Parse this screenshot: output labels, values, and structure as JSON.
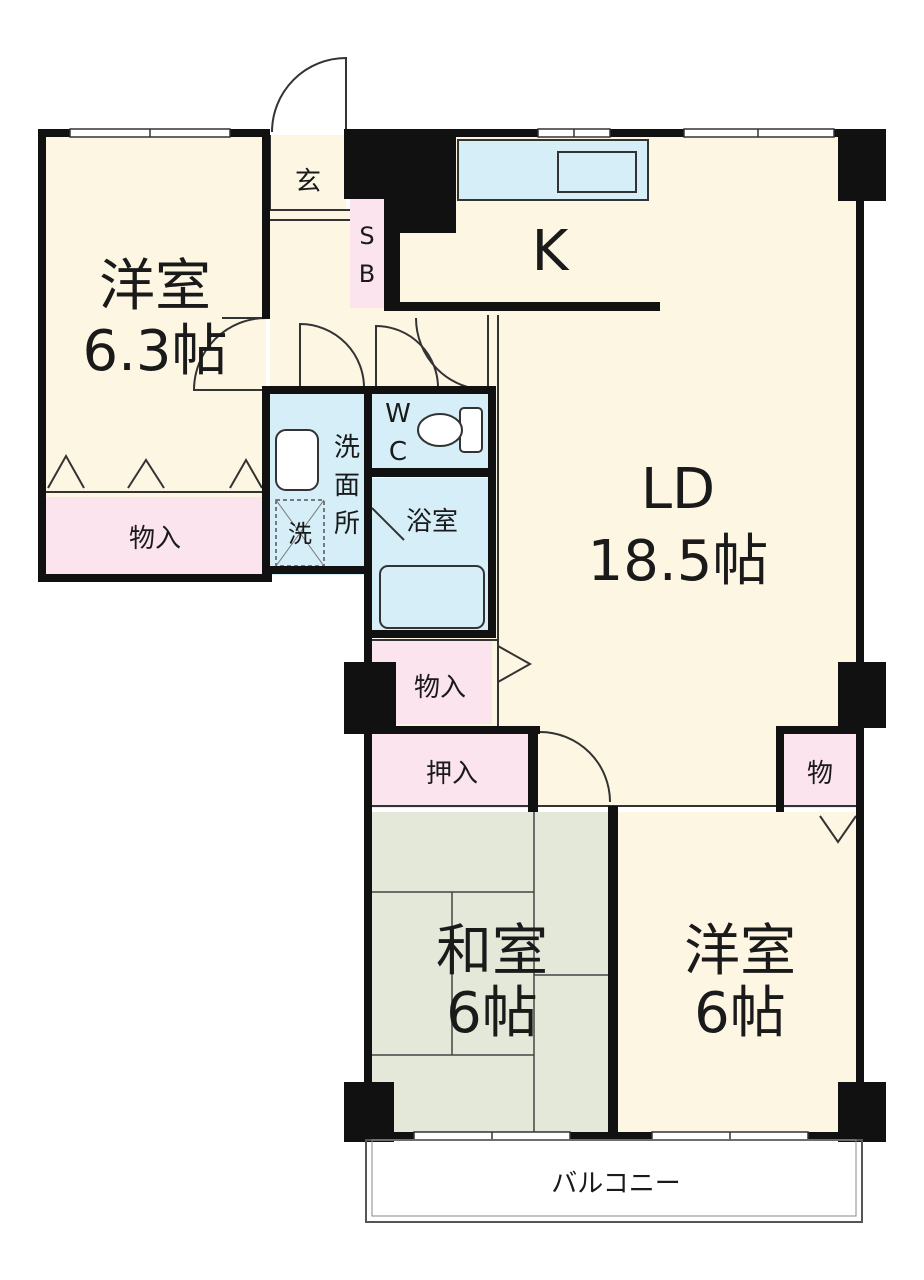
{
  "rooms": {
    "west_room": {
      "name": "洋室",
      "size": "6.3帖"
    },
    "entrance": "玄",
    "shoe_box_s": "S",
    "shoe_box_b": "B",
    "kitchen": "K",
    "ld": {
      "name": "LD",
      "size": "18.5帖"
    },
    "wc_w": "W",
    "wc_c": "C",
    "washroom": [
      "洗",
      "面",
      "所"
    ],
    "washer": "洗",
    "bath": "浴室",
    "closet_west": "物入",
    "closet_center": "物入",
    "oshiire": "押入",
    "closet_small": "物",
    "tatami_room": {
      "name": "和室",
      "size": "6帖"
    },
    "east_room": {
      "name": "洋室",
      "size": "6帖"
    },
    "balcony": "バルコニー"
  },
  "colors": {
    "wall": "#111111",
    "floor_wood": "#fdf6e3",
    "closet": "#fbe4ee",
    "wet_area": "#d5eef8",
    "tatami": "#e3e8d9",
    "line": "#333333"
  }
}
